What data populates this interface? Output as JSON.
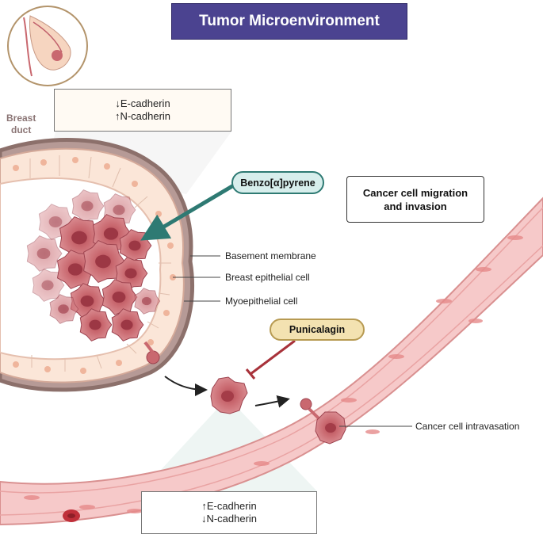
{
  "title": "Tumor Microenvironment",
  "breast_duct_label": [
    "Breast",
    "duct"
  ],
  "top_cadherin": [
    "↓E-cadherin",
    "↑N-cadherin"
  ],
  "bottom_cadherin": [
    "↑E-cadherin",
    "↓N-cadherin"
  ],
  "benzo_label": "Benzo[α]pyrene",
  "punicalagin_label": "Punicalagin",
  "migration_text": [
    "Cancer cell migration",
    "and invasion"
  ],
  "structure_labels": {
    "basement_membrane": "Basement membrane",
    "epithelial_cell": "Breast epithelial cell",
    "myoepithelial_cell": "Myoepithelial cell",
    "intravasation": "Cancer cell intravasation"
  },
  "colors": {
    "title_bg": "#4b4390",
    "benzo_border": "#2e7a73",
    "punicalagin_border": "#b79a52",
    "tumor": "#c8646a",
    "vessel": "#f2b8b8",
    "inhibit": "#a8323a"
  },
  "icons": [
    "breast-anatomy-icon",
    "tumor-cluster",
    "blood-vessel",
    "red-blood-cell"
  ]
}
